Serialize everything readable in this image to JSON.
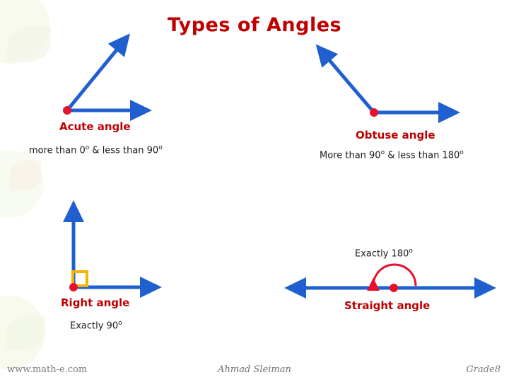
{
  "slide": {
    "title": "Types of Angles",
    "accent_color": "#c00000",
    "line_color": "#1f5fd0",
    "vertex_color": "#e8112d",
    "right_angle_marker_color": "#f5b400"
  },
  "angles": [
    {
      "id": "acute",
      "label": "Acute angle",
      "description_prefix": "more than 0",
      "description_mid": "& less than 90",
      "degree_symbol": "o"
    },
    {
      "id": "obtuse",
      "label": "Obtuse angle",
      "description_prefix": "More than 90",
      "description_mid": "& less than 180",
      "degree_symbol": "o"
    },
    {
      "id": "right",
      "label": "Right angle",
      "description_prefix": "Exactly 90",
      "description_mid": "",
      "degree_symbol": "o"
    },
    {
      "id": "straight",
      "label": "Straight angle",
      "description_prefix": "Exactly 180",
      "description_mid": "",
      "degree_symbol": "o"
    }
  ],
  "footer": {
    "left": "www.math-e.com",
    "center": "Ahmad Sleiman",
    "right": "Grade8"
  }
}
